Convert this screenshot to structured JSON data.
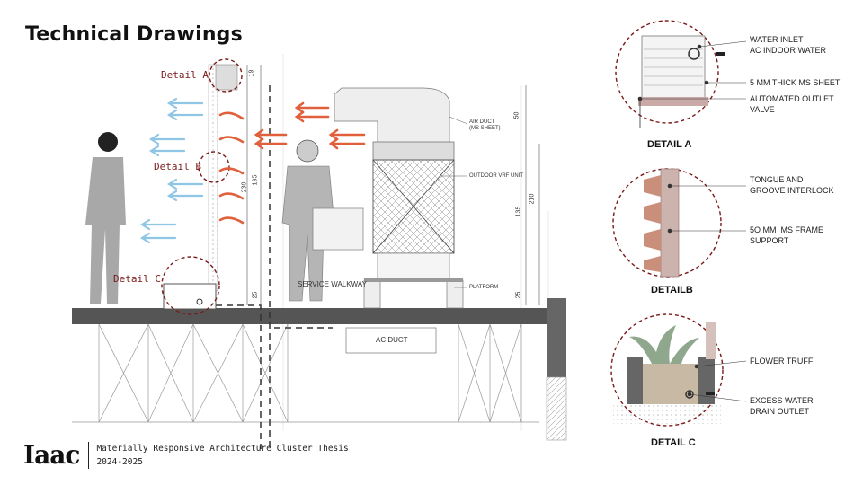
{
  "page": {
    "title": "Technical Drawings"
  },
  "section_labels": {
    "detail_a": "Detail A",
    "detail_b": "Detail B",
    "detail_c": "Detail C"
  },
  "drawing": {
    "air_duct": "AIR DUCT",
    "air_duct_sub": "(MS SHEET)",
    "outdoor_unit": "OUTDOOR VRF UNIT",
    "platform": "PLATFORM",
    "service_walkway": "SERVICE WALKWAY",
    "ac_duct": "AC DUCT",
    "dims": {
      "d19": "19",
      "d195": "195",
      "d230": "230",
      "d25a": "25",
      "d50": "50",
      "d135": "135",
      "d210": "210",
      "d25b": "25"
    }
  },
  "details": {
    "a": {
      "title": "DETAIL A",
      "callouts": [
        "WATER INLET\nAC INDOOR WATER",
        "5 MM THICK MS SHEET",
        "AUTOMATED OUTLET\nVALVE"
      ]
    },
    "b": {
      "title": "DETAILB",
      "callouts": [
        "TONGUE AND\nGROOVE INTERLOCK",
        "5O MM  MS FRAME\nSUPPORT"
      ]
    },
    "c": {
      "title": "DETAIL C",
      "callouts": [
        "FLOWER TRUFF",
        "EXCESS WATER\nDRAIN OUTLET"
      ]
    }
  },
  "footer": {
    "logo": "Iaac",
    "line1": "Materially Responsive Architecture Cluster Thesis",
    "line2": "2024-2025"
  },
  "colors": {
    "accent_red": "#7a1b1b",
    "airflow_blue": "#8fc6e6",
    "airflow_red": "#e0603c",
    "slab": "#555555"
  }
}
